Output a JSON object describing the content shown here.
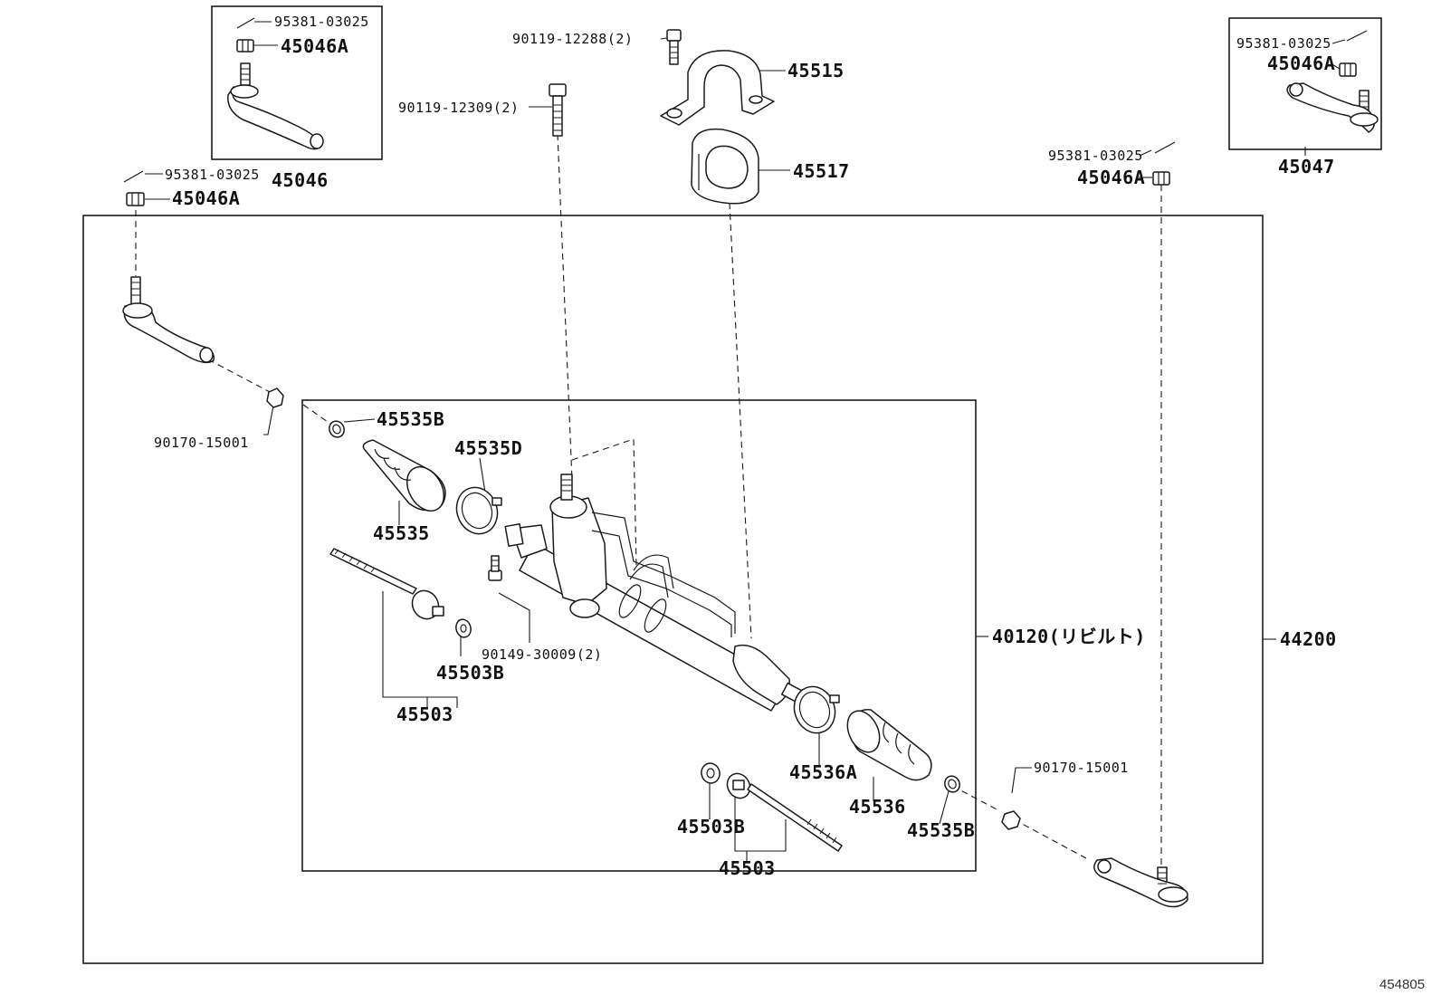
{
  "sheet_id": "454805",
  "labels": {
    "l_95381_tl": "95381-03025",
    "l_45046A_tl": "45046A",
    "l_45046": "45046",
    "l_95381_left": "95381-03025",
    "l_45046A_left": "45046A",
    "l_90119_12288": "90119-12288(2)",
    "l_90119_12309": "90119-12309(2)",
    "l_45515": "45515",
    "l_45517": "45517",
    "l_95381_tr": "95381-03025",
    "l_45046A_tr": "45046A",
    "l_45047": "45047",
    "l_95381_right": "95381-03025",
    "l_45046A_right": "45046A",
    "l_90170_left": "90170-15001",
    "l_45535B_top": "45535B",
    "l_45535D": "45535D",
    "l_45535": "45535",
    "l_90149": "90149-30009(2)",
    "l_45503B_left": "45503B",
    "l_45503_left": "45503",
    "l_40120": "40120(リビルト)",
    "l_44200": "44200",
    "l_90170_right": "90170-15001",
    "l_45536A": "45536A",
    "l_45536": "45536",
    "l_45535B_bottom": "45535B",
    "l_45503B_right": "45503B",
    "l_45503_right": "45503"
  },
  "icons": [
    "cotter-pin-icon",
    "castle-nut-icon",
    "tie-rod-end-icon",
    "bolt-icon",
    "bracket-icon",
    "bushing-icon",
    "lock-nut-icon",
    "clip-icon",
    "boot-icon",
    "band-icon",
    "inner-rod-icon",
    "washer-icon",
    "steering-rack-icon"
  ]
}
